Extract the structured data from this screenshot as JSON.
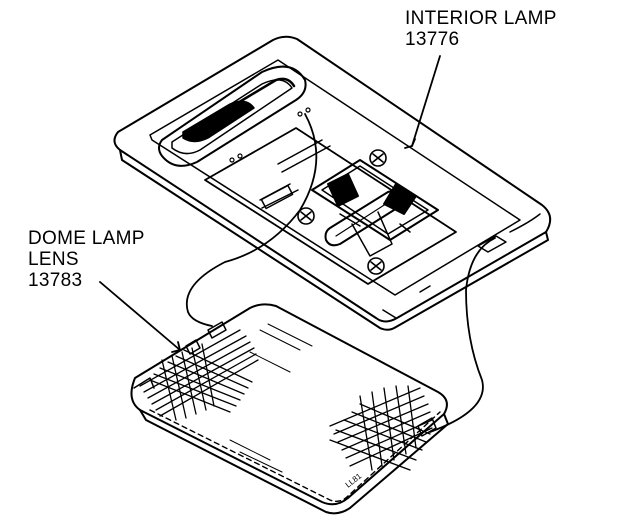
{
  "labels": {
    "interior_lamp": {
      "name": "INTERIOR LAMP",
      "part_number": "13776"
    },
    "dome_lamp_lens": {
      "line1": "DOME LAMP",
      "line2": "LENS",
      "part_number": "13783"
    },
    "lens_marking": "LL81"
  },
  "colors": {
    "ink": "#000000",
    "paper": "#ffffff"
  }
}
